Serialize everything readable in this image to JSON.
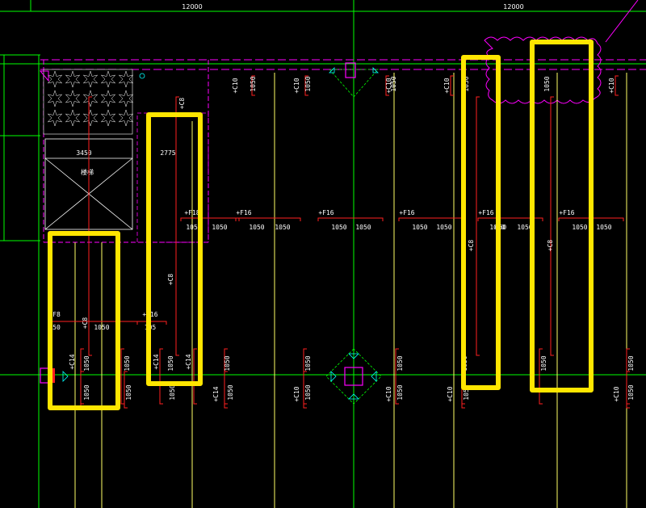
{
  "colors": {
    "background": "#000000",
    "axis": "#00ff00",
    "rebar": "#ff2020",
    "slab_edge": "#ff00ff",
    "support_line": "#ffff66",
    "highlight": "#ffe600",
    "symbol": "#00ffff",
    "text": "#ffffff"
  },
  "dimensions": {
    "span_left": "12000",
    "span_right": "12000"
  },
  "zone_labels": {
    "zone_a": "3450",
    "zone_b": "2775",
    "hatch_glyph": "楼梯"
  },
  "rebar_labels": {
    "c10": "+C10",
    "c8": "+C8",
    "c14": "+C14",
    "f8": "F8",
    "f16": "+F16",
    "f18": "+F18",
    "len_1050": "1050",
    "len_50": "50",
    "len_650": "650",
    "len_105": "105"
  }
}
